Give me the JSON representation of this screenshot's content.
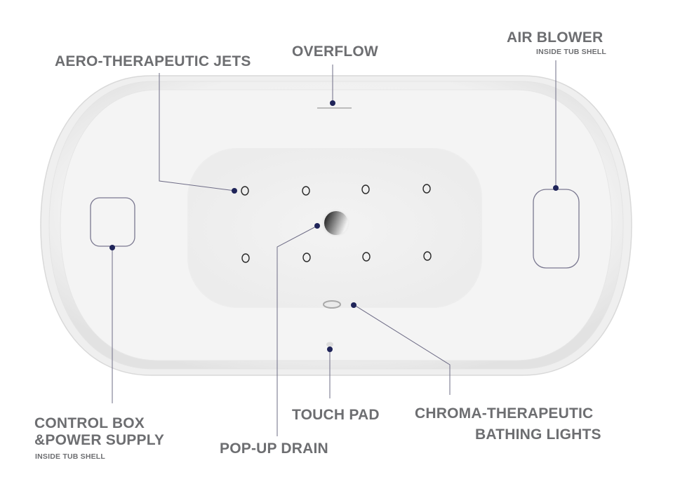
{
  "diagram": {
    "subject": "Freestanding whirlpool bathtub (top view)",
    "accent_color": "#1f2459",
    "label_color": "#6d6e71",
    "callouts": [
      {
        "id": "aero-jets",
        "label": "AERO-THERAPEUTIC JETS",
        "note": ""
      },
      {
        "id": "overflow",
        "label": "OVERFLOW",
        "note": ""
      },
      {
        "id": "air-blower",
        "label": "AIR BLOWER",
        "note": "INSIDE TUB SHELL"
      },
      {
        "id": "control-box",
        "label_line1": "CONTROL BOX",
        "label_line2": "&POWER SUPPLY",
        "note": "INSIDE TUB SHELL"
      },
      {
        "id": "pop-up-drain",
        "label": "POP-UP DRAIN",
        "note": ""
      },
      {
        "id": "touch-pad",
        "label": "TOUCH PAD",
        "note": ""
      },
      {
        "id": "chroma-lights",
        "label_line1": "CHROMA-THERAPEUTIC",
        "label_line2": "BATHING LIGHTS",
        "note": ""
      }
    ],
    "jets": {
      "rows": 2,
      "columns": 4,
      "count": 8
    }
  }
}
